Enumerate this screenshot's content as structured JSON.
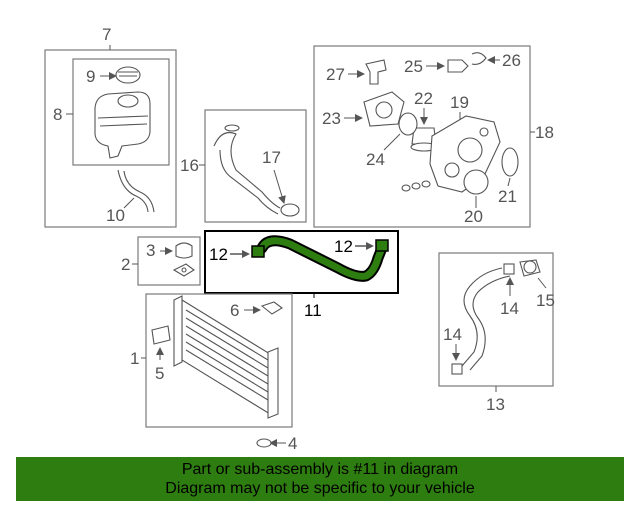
{
  "callouts": {
    "c1": "1",
    "c2": "2",
    "c3": "3",
    "c4": "4",
    "c5": "5",
    "c6": "6",
    "c7": "7",
    "c8": "8",
    "c9": "9",
    "c10": "10",
    "c11": "11",
    "c12a": "12",
    "c12b": "12",
    "c13": "13",
    "c14a": "14",
    "c14b": "14",
    "c15": "15",
    "c16": "16",
    "c17": "17",
    "c18": "18",
    "c19": "19",
    "c20": "20",
    "c21": "21",
    "c22": "22",
    "c23": "23",
    "c24": "24",
    "c25": "25",
    "c26": "26",
    "c27": "27"
  },
  "highlight_color": "#2e7d10",
  "banner": {
    "line1": "Part or sub-assembly is #11 in diagram",
    "line2": "Diagram may not be specific to your vehicle"
  }
}
